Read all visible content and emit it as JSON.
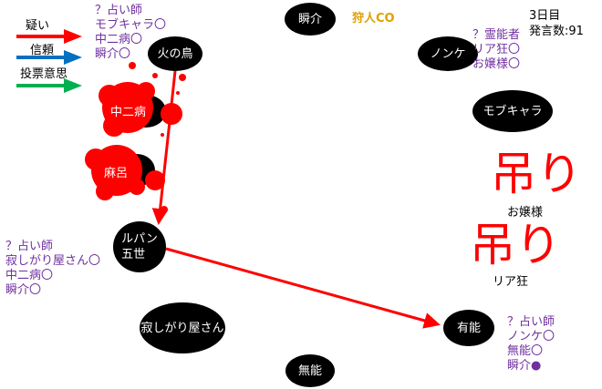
{
  "legend": {
    "items": [
      {
        "label": "疑い",
        "color": "#ff0000"
      },
      {
        "label": "信頼",
        "color": "#0070c0"
      },
      {
        "label": "投票意思",
        "color": "#00b050"
      }
    ]
  },
  "status": {
    "day": "3日目",
    "remarks": "発言数:91"
  },
  "nodes": {
    "hinotori": "火の鳥",
    "chunibyo": "中二病",
    "maro": "麻呂",
    "lupin": "ルパン\n五世",
    "sabishigari": "寂しがり屋さん",
    "munou": "無能",
    "yuunou": "有能",
    "nonke": "ノンケ",
    "mobchara": "モブキャラ",
    "shunsuke": "瞬介",
    "ojousama": "お嬢様",
    "riakyo": "リア狂"
  },
  "co": {
    "shunsuke": "狩人CO"
  },
  "claims": {
    "hinotori": [
      "？占い師",
      "モブキャラ〇",
      "中二病〇",
      "瞬介〇"
    ],
    "nonke": [
      "？霊能者",
      "リア狂〇",
      "お嬢様〇"
    ],
    "lupin": [
      "？占い師",
      "寂しがり屋さん〇",
      "中二病〇",
      "瞬介〇"
    ],
    "yuunou": [
      "？占い師",
      "ノンケ〇",
      "無能〇",
      "瞬介●"
    ]
  },
  "hanged_label": "吊り"
}
